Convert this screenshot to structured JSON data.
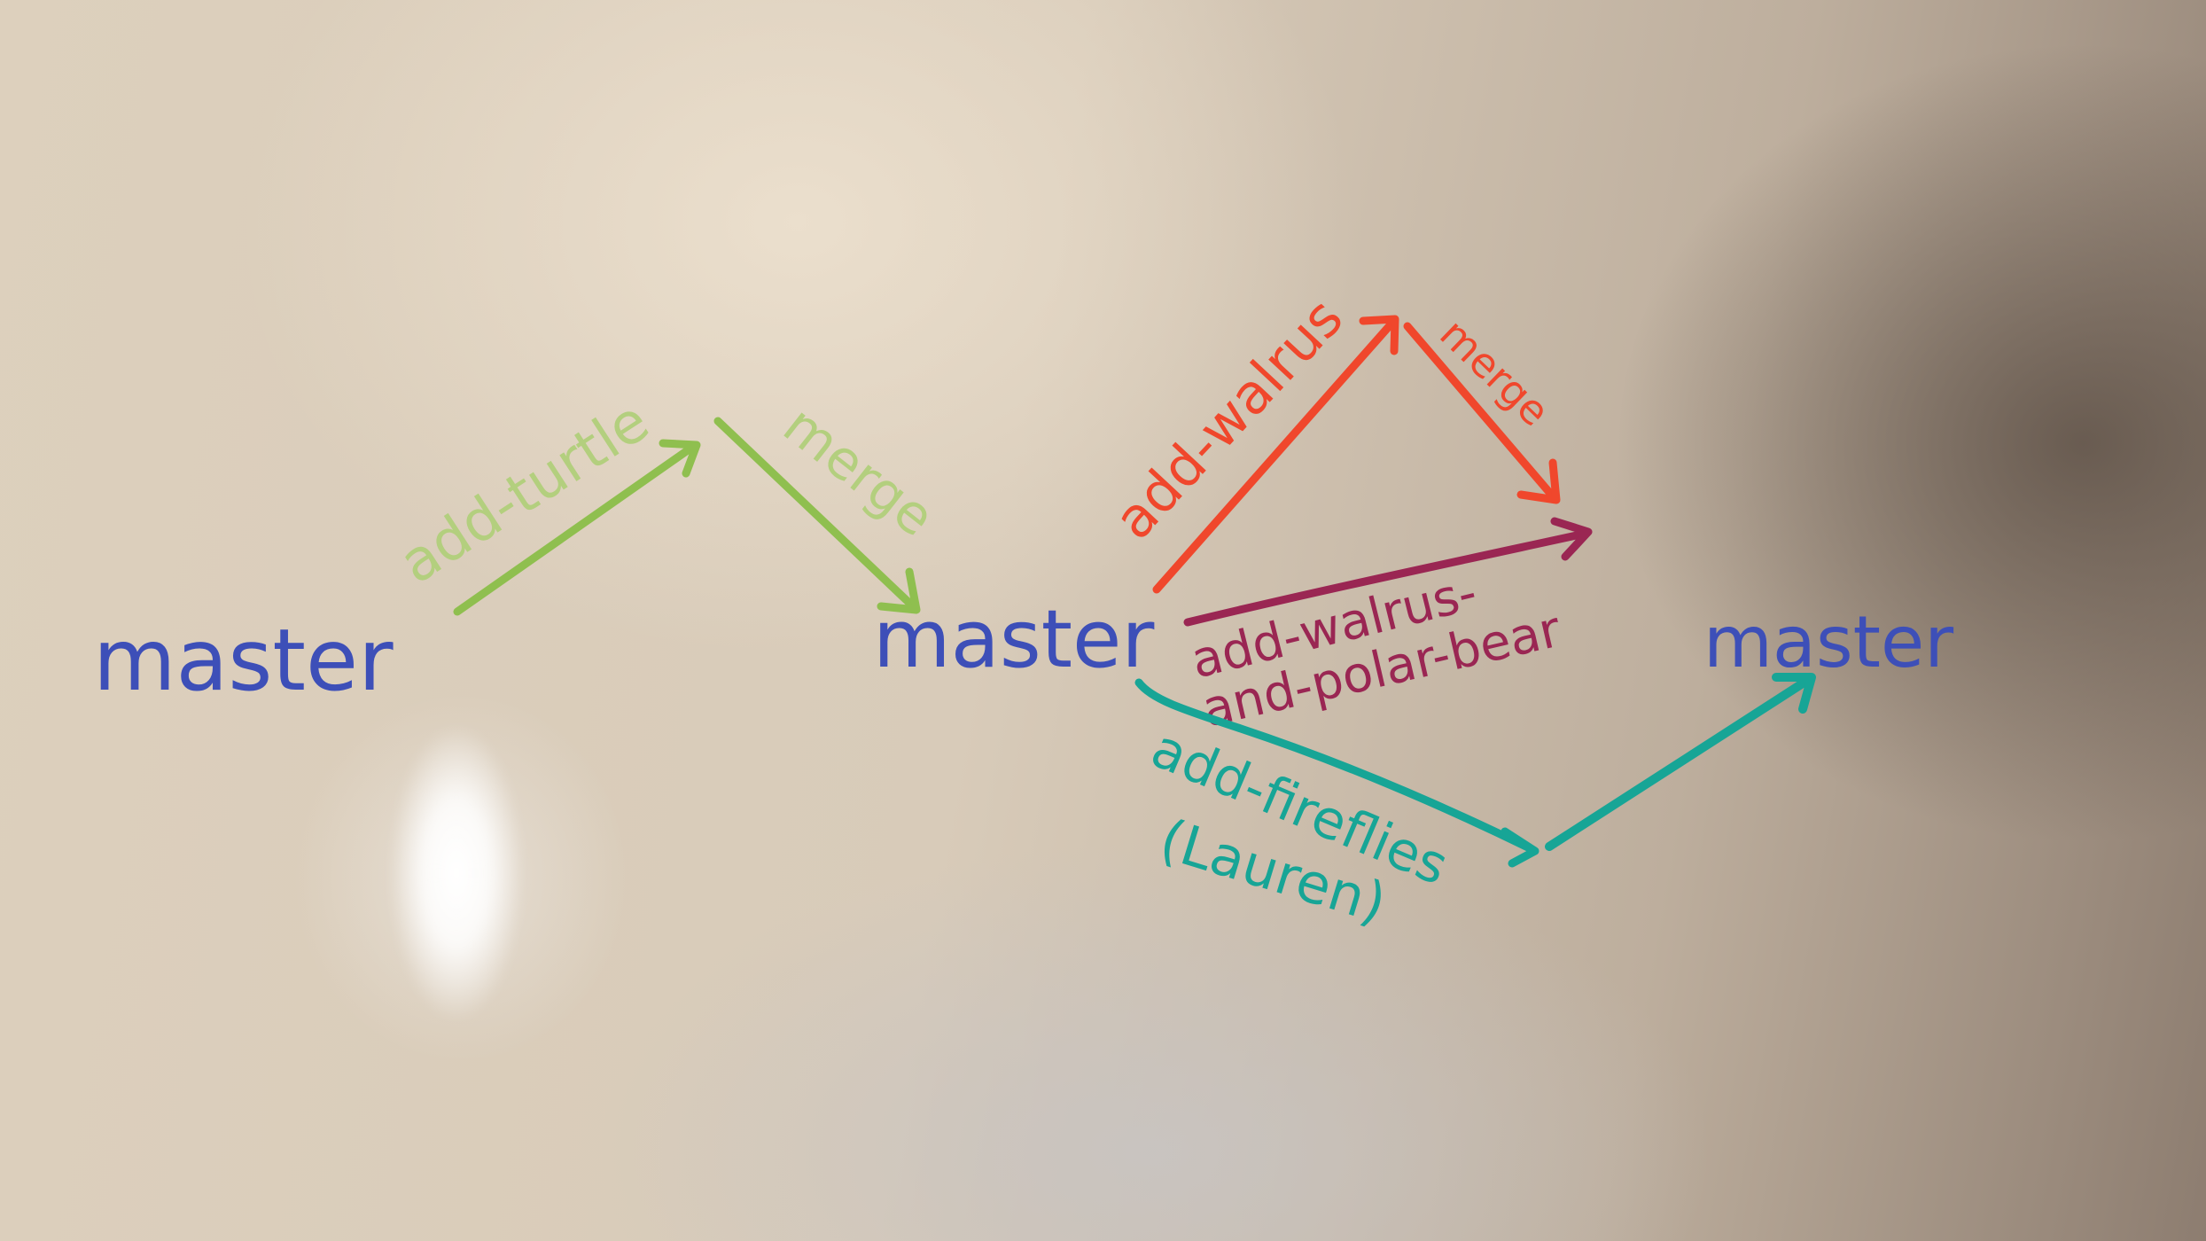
{
  "colors": {
    "master": "#3d4fb8",
    "turtle": "#8fbf4f",
    "turtle_label": "#b3cf7e",
    "walrus": "#f0472c",
    "polar_bear": "#9a2653",
    "fireflies": "#17a596"
  },
  "nodes": {
    "master_1": "master",
    "master_2": "master",
    "master_3": "master"
  },
  "edges": {
    "add_turtle": "add-turtle",
    "merge_turtle": "merge",
    "add_walrus": "add-walrus",
    "merge_walrus": "merge",
    "polar_bear_line1": "add-walrus-",
    "polar_bear_line2": "and-polar-bear",
    "fireflies_line1": "add-fireflies",
    "fireflies_line2": "(Lauren)"
  }
}
